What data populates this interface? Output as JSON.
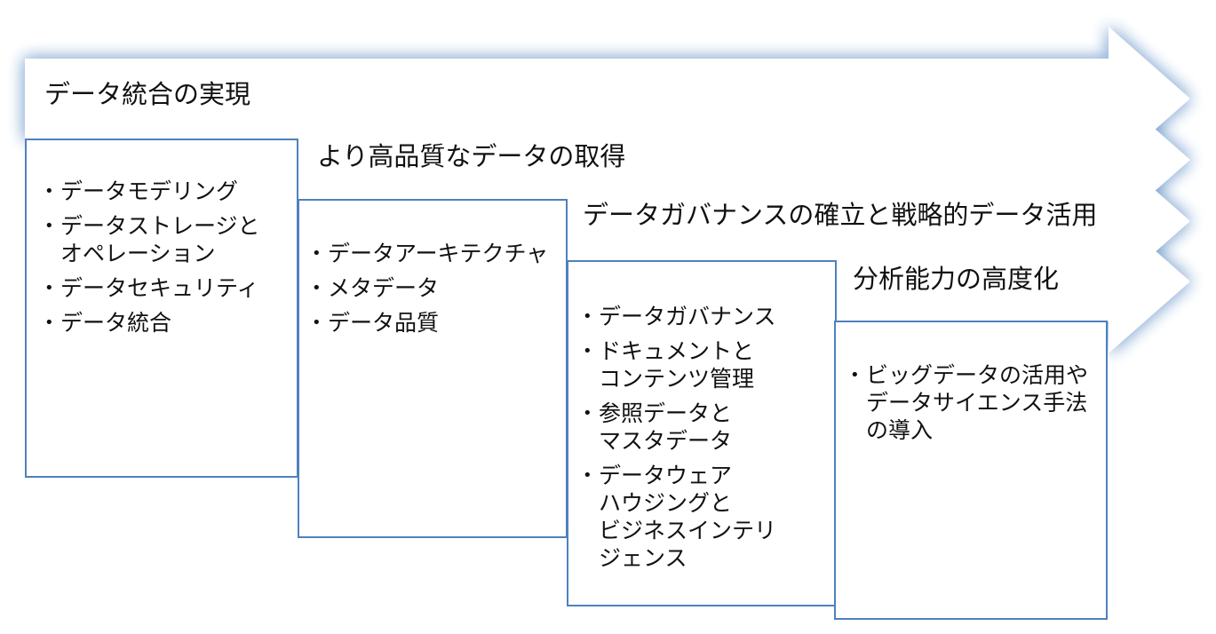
{
  "colors": {
    "glow": "#4e81bd",
    "box_border": "#4e81bd",
    "band_fill": "#ffffff",
    "text": "#111111"
  },
  "stages": [
    {
      "title": "データ統合の実現",
      "items": [
        "データモデリング",
        "データストレージと\nオペレーション",
        "データセキュリティ",
        "データ統合"
      ]
    },
    {
      "title": "より高品質なデータの取得",
      "items": [
        "データアーキテクチャ",
        "メタデータ",
        "データ品質"
      ]
    },
    {
      "title": "データガバナンスの確立と戦略的データ活用",
      "items": [
        "データガバナンス",
        "ドキュメントと\nコンテンツ管理",
        "参照データと\nマスタデータ",
        "データウェア\nハウジングと\nビジネスインテリ\nジェンス"
      ]
    },
    {
      "title": "分析能力の高度化",
      "items": [
        "ビッグデータの活用や\nデータサイエンス手法\nの導入"
      ]
    }
  ]
}
